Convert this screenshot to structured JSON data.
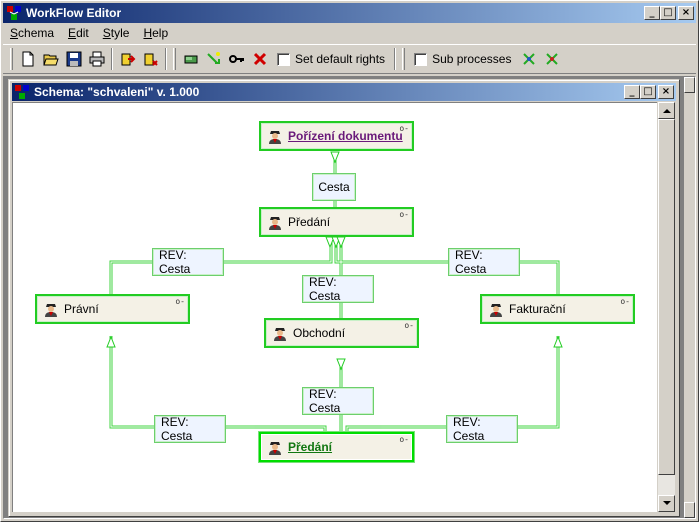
{
  "window": {
    "title": "WorkFlow Editor"
  },
  "caption_buttons": {
    "minimize": "_",
    "maximize": "□",
    "close": "×"
  },
  "menu": [
    {
      "label": "Schema",
      "accel": "S",
      "rest": "chema"
    },
    {
      "label": "Edit",
      "accel": "E",
      "rest": "dit"
    },
    {
      "label": "Style",
      "accel": "S",
      "rest": "tyle"
    },
    {
      "label": "Help",
      "accel": "H",
      "rest": "elp"
    }
  ],
  "toolbar": {
    "icons": [
      "new-icon",
      "open-icon",
      "save-icon",
      "print-icon",
      "export-icon",
      "import-icon",
      "add-node-icon",
      "add-edge-icon",
      "rights-key-icon",
      "delete-icon",
      "subprocess-expand-icon",
      "subprocess-collapse-icon"
    ],
    "set_default_rights": "Set default rights",
    "sub_processes": "Sub processes"
  },
  "child_window": {
    "title": "Schema: \"schvaleni\" v. 1.000"
  },
  "nodes": {
    "porizeni": "Pořízení dokumentu",
    "predani1": "Předání",
    "pravni": "Právní",
    "obchodni": "Obchodní",
    "fakturacni": "Fakturační",
    "predani2": "Předání"
  },
  "edges": {
    "cesta": "Cesta",
    "rev_left_top": "REV: Cesta",
    "rev_right_top": "REV: Cesta",
    "rev_mid_top": "REV: Cesta",
    "rev_mid_bottom": "REV: Cesta",
    "rev_left_bottom": "REV: Cesta",
    "rev_right_bottom": "REV: Cesta"
  },
  "colors": {
    "edge": "#22cc22",
    "title_start": "#0a246a",
    "title_end": "#a6caf0"
  }
}
